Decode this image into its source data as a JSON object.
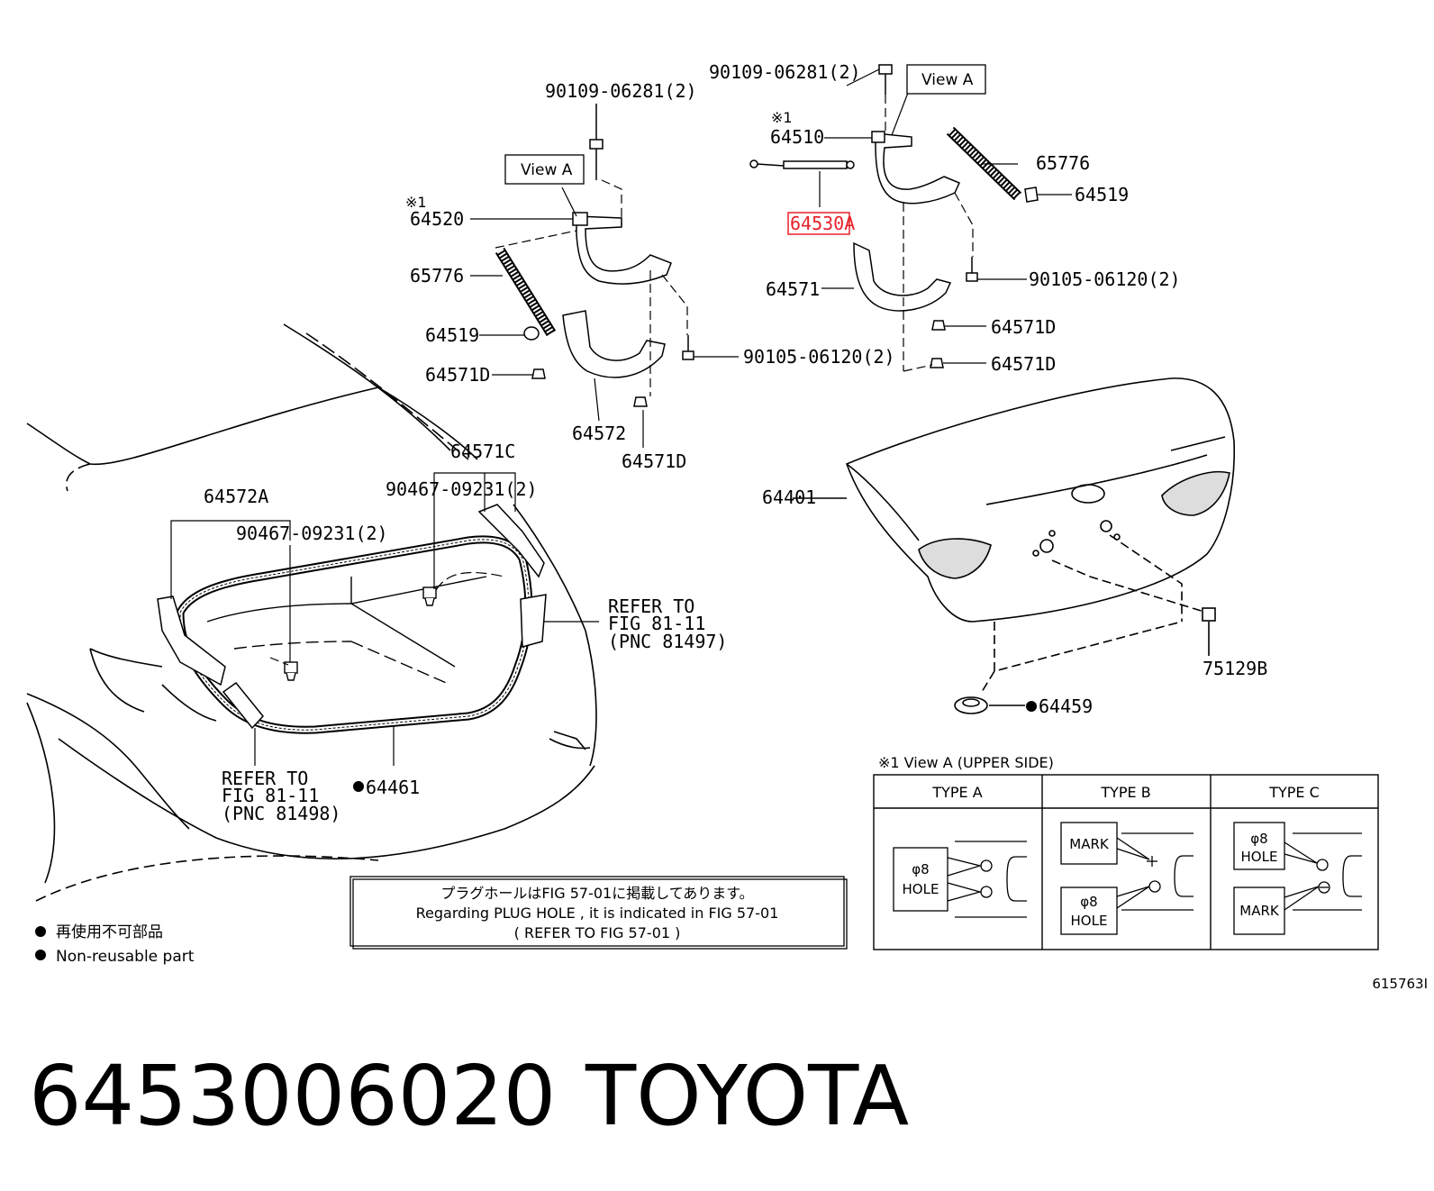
{
  "labels": {
    "l_901_a": "90109-06281(2)",
    "l_901_b": "90109-06281(2)",
    "view_a_left": "View A",
    "view_a_right": "View A",
    "ast_left": "※1",
    "ast_right": "※1",
    "p64520": "64520",
    "p64510": "64510",
    "p65776_l": "65776",
    "p65776_r": "65776",
    "p64519_l": "64519",
    "p64519_r": "64519",
    "p64530a": "64530A",
    "p64571d_l": "64571D",
    "p64571d_b": "64571D",
    "p64571d_r1": "64571D",
    "p64571d_r2": "64571D",
    "p64572": "64572",
    "p64571": "64571",
    "b90105_l": "90105-06120(2)",
    "b90105_r": "90105-06120(2)",
    "p64571c": "64571C",
    "c90467_r": "90467-09231(2)",
    "p64572a": "64572A",
    "c90467_l": "90467-09231(2)",
    "refer_r1": "REFER TO",
    "refer_r2": "FIG 81-11",
    "refer_r3": "(PNC 81497)",
    "refer_l1": "REFER TO",
    "refer_l2": "FIG 81-11",
    "refer_l3": "(PNC 81498)",
    "p64401": "64401",
    "p75129b": "75129B",
    "p64459": "64459",
    "p64461": "64461"
  },
  "note": {
    "jp": "プラグホールはFIG 57-01に掲載してあります。",
    "en": "Regarding  PLUG HOLE , it is indicated in FIG 57-01",
    "ref": "(   REFER TO FIG 57-01   )"
  },
  "legend": {
    "jp": "再使用不可部品",
    "en": "Non-reusable part"
  },
  "viewtable": {
    "caption": "※1 View A (UPPER SIDE)",
    "type_a": "TYPE A",
    "type_b": "TYPE B",
    "type_c": "TYPE C",
    "phi8": "φ8",
    "hole": "HOLE",
    "mark": "MARK"
  },
  "figure_id": "615763I",
  "footer": {
    "part_number": "6453006020",
    "brand": "TOYOTA"
  },
  "colors": {
    "highlight": "#e8202a",
    "ink": "#000000"
  }
}
